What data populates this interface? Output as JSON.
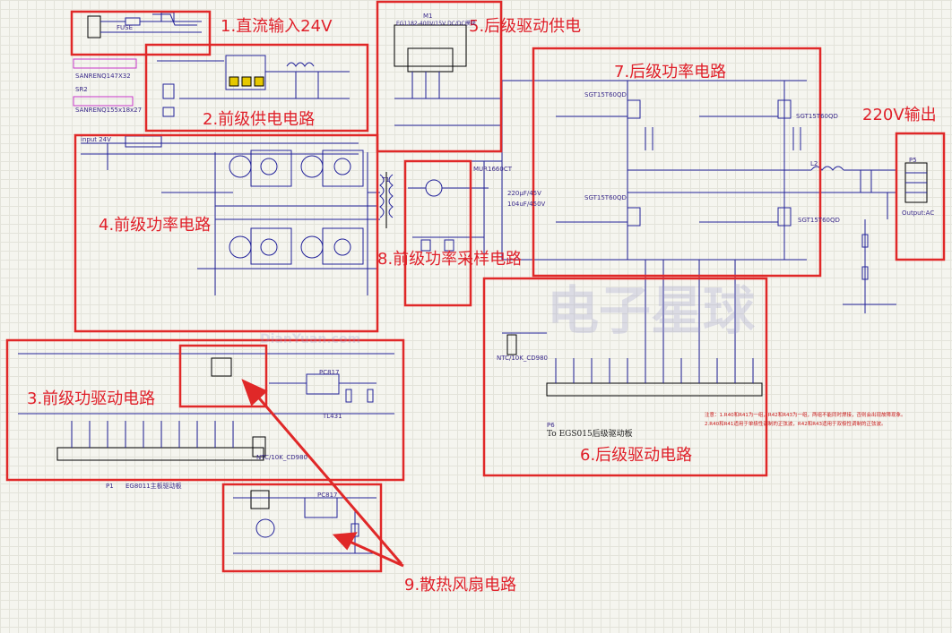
{
  "sections": [
    {
      "id": "s1",
      "label": "1.直流输入24V"
    },
    {
      "id": "s2",
      "label": "2.前级供电电路"
    },
    {
      "id": "s3",
      "label": "3.前级功驱动电路"
    },
    {
      "id": "s4",
      "label": "4.前级功率电路"
    },
    {
      "id": "s5",
      "label": "5.后级驱动供电"
    },
    {
      "id": "s6",
      "label": "6.后级驱动电路"
    },
    {
      "id": "s7",
      "label": "7.后级功率电路"
    },
    {
      "id": "s8",
      "label": "8.前级功率采样电路"
    },
    {
      "id": "s9",
      "label": "9.散热风扇电路"
    },
    {
      "id": "s10",
      "label": "220V输出"
    }
  ],
  "components": {
    "fuse": "FUSE",
    "sanren1": "SANRENQ147X32",
    "sr2": "SR2",
    "sanren2": "SANRENQ155x18x27",
    "m1": "M1",
    "egs_module": "EG1182-400V/15V DC/DC模块",
    "sgt_a": "SGT15T60QD",
    "sgt_b": "SGT15T60QD",
    "sgt_c": "SGT15T60QD",
    "sgt_d": "SGT15T60QD",
    "p1": "P1",
    "p1_desc": "EG8011主板驱动板",
    "p6": "P6",
    "p6_desc": "To EGS015后级驱动板",
    "pc817a": "PC817",
    "pc817b": "PC817",
    "tl431": "TL431",
    "ntc": "NTC/10K_CD980",
    "ntc2": "NTC/10K_CD980",
    "output": "Output:AC",
    "p5": "P5",
    "in24": "input 24V",
    "cap_220": "220μF/45V",
    "cap_104": "104uF/450V",
    "q_t1": "T1",
    "q_t2": "L2",
    "mr": "MUR1660CT",
    "note1": "注意：1.R40和R41为一组，R42和R43为一组，两组不能同时焊接，否则会出现故障现象。",
    "note2": "2.R40和R41适用于单极性调制的正弦波，R42和R43适用于双极性调制的正弦波。"
  },
  "watermark": {
    "brand": "电子星球",
    "site": "DianYuan.com"
  }
}
